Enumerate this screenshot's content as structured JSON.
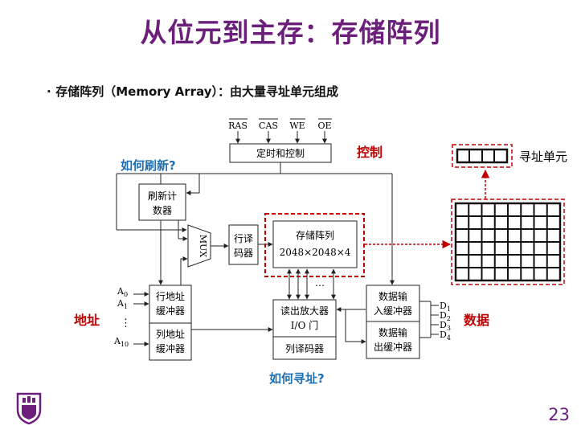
{
  "slide": {
    "title": "从位元到主存：存储阵列",
    "bullet": "存储阵列（Memory Array）：由大量寻址单元组成",
    "page_number": "23"
  },
  "signals": {
    "ras": "RAS",
    "cas": "CAS",
    "we": "WE",
    "oe": "OE"
  },
  "blocks": {
    "timing_control": "定时和控制",
    "refresh_counter_1": "刷新计",
    "refresh_counter_2": "数器",
    "mux": "MUX",
    "row_decoder_1": "行译",
    "row_decoder_2": "码器",
    "array_1": "存储阵列",
    "array_2": "2048×2048×4",
    "row_addr_buf_1": "行地址",
    "row_addr_buf_2": "缓冲器",
    "col_addr_buf_1": "列地址",
    "col_addr_buf_2": "缓冲器",
    "sense_amp_1": "读出放大器",
    "sense_amp_2": "I/O 门",
    "col_decoder": "列译码器",
    "data_in_buf_1": "数据输",
    "data_in_buf_2": "入缓冲器",
    "data_out_buf_1": "数据输",
    "data_out_buf_2": "出缓冲器",
    "ellipsis": "…"
  },
  "address_pins": {
    "a0": "A",
    "a0_sub": "0",
    "a1": "A",
    "a1_sub": "1",
    "dots": "⋮",
    "a10": "A",
    "a10_sub": "10"
  },
  "data_pins": [
    {
      "label": "D",
      "sub": "1"
    },
    {
      "label": "D",
      "sub": "2"
    },
    {
      "label": "D",
      "sub": "3"
    },
    {
      "label": "D",
      "sub": "4"
    }
  ],
  "annotations": {
    "how_refresh": "如何刷新?",
    "control": "控制",
    "address": "地址",
    "data": "数据",
    "how_address": "如何寻址?",
    "addressable_unit": "寻址单元"
  },
  "colors": {
    "title": "#6b1f7a",
    "red": "#c00000",
    "blue": "#1f6fb5"
  }
}
